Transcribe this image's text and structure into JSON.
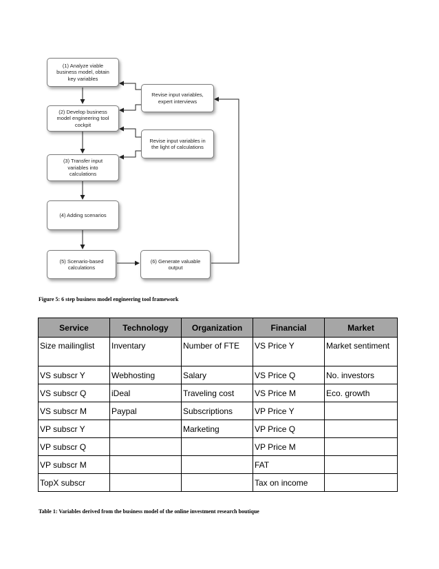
{
  "diagram": {
    "steps": [
      "(1) Analyze viable\nbusiness model, obtain\nkey variables",
      "(2) Develop business\nmodel engineering tool\ncockpit",
      "(3) Transfer input\nvariables into\ncalculations",
      "(4) Adding scenarios",
      "(5) Scenario-based\ncalculations",
      "(6) Generate valuable\noutput"
    ],
    "feedback": [
      "Revise input variables,\nexpert interviews",
      "Revise input variables in\nthe light of calculations"
    ]
  },
  "figure_caption": "Figure 5: 6 step business model engineering tool framework",
  "table": {
    "headers": [
      "Service",
      "Technology",
      "Organization",
      "Financial",
      "Market"
    ],
    "rows": [
      [
        "Size mailinglist",
        "Inventary",
        "Number of FTE",
        "VS Price Y",
        "Market sentiment"
      ],
      [
        "VS subscr Y",
        "Webhosting",
        "Salary",
        "VS Price Q",
        "No. investors"
      ],
      [
        "VS subscr Q",
        "iDeal",
        "Traveling cost",
        "VS Price M",
        "Eco. growth"
      ],
      [
        "VS subscr M",
        "Paypal",
        "Subscriptions",
        "VP Price Y",
        ""
      ],
      [
        "VP subscr Y",
        "",
        "Marketing",
        "VP Price Q",
        ""
      ],
      [
        "VP subscr Q",
        "",
        "",
        "VP Price M",
        ""
      ],
      [
        "VP subscr M",
        "",
        "",
        "FAT",
        ""
      ],
      [
        "TopX subscr",
        "",
        "",
        "Tax on income",
        ""
      ]
    ]
  },
  "table_caption": "Table 1: Variables derived from the business model of the online investment research boutique"
}
